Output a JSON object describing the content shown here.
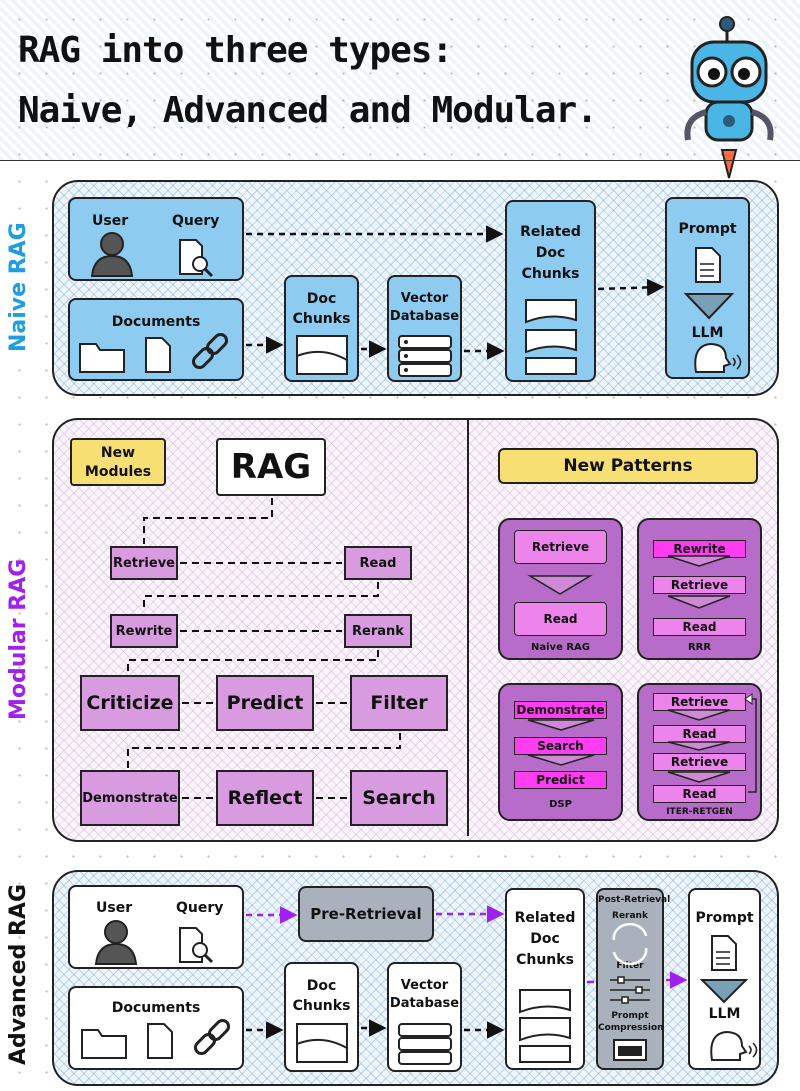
{
  "title": {
    "line1": "RAG into three types:",
    "line2": "Naive, Advanced and Modular."
  },
  "section_labels": {
    "naive": "Naive RAG",
    "modular": "Modular RAG",
    "advanced": "Advanced RAG"
  },
  "colors": {
    "naive_label": "#1e9de0",
    "modular_label": "#a020f0",
    "advanced_label": "#111111",
    "blue_box": "#8ecbf0",
    "module_purple": "#d89be0",
    "pattern_card": "#b76cc9",
    "pattern_highlight": "#ff3df0",
    "new_box_yellow": "#f8df74",
    "pre_retrieval_grey": "#a9b2bc"
  },
  "naive": {
    "user": "User",
    "query": "Query",
    "documents": "Documents",
    "doc_chunks": [
      "Doc",
      "Chunks"
    ],
    "vector_database": [
      "Vector",
      "Database"
    ],
    "related_doc_chunks": [
      "Related",
      "Doc",
      "Chunks"
    ],
    "prompt": "Prompt",
    "llm": "LLM",
    "icons": [
      "user-icon",
      "magnifier-document-icon",
      "folder-icon",
      "file-icon",
      "link-icon",
      "chunk-icon",
      "database-icon",
      "prompt-icon",
      "speaking-head-icon"
    ]
  },
  "modular": {
    "new_modules": [
      "New",
      "Modules"
    ],
    "rag": "RAG",
    "modules": {
      "retrieve": "Retrieve",
      "read": "Read",
      "rewrite": "Rewrite",
      "rerank": "Rerank",
      "criticize": "Criticize",
      "predict": "Predict",
      "filter": "Filter",
      "demonstrate": "Demonstrate",
      "reflect": "Reflect",
      "search": "Search"
    },
    "new_patterns": "New Patterns",
    "patterns": [
      {
        "name": "Naive RAG",
        "steps": [
          "Retrieve",
          "Read"
        ]
      },
      {
        "name": "RRR",
        "steps": [
          "Rewrite",
          "Retrieve",
          "Read"
        ]
      },
      {
        "name": "DSP",
        "steps": [
          "Demonstrate",
          "Search",
          "Predict"
        ]
      },
      {
        "name": "ITER-RETGEN",
        "steps": [
          "Retrieve",
          "Read",
          "Retrieve",
          "Read"
        ]
      }
    ]
  },
  "advanced": {
    "user": "User",
    "query": "Query",
    "pre_retrieval": "Pre-Retrieval",
    "documents": "Documents",
    "doc_chunks": [
      "Doc",
      "Chunks"
    ],
    "vector_database": [
      "Vector",
      "Database"
    ],
    "related_doc_chunks": [
      "Related",
      "Doc",
      "Chunks"
    ],
    "post_retrieval": "Post-Retrieval",
    "rerank": "Rerank",
    "filter": "Filter",
    "prompt_compression": [
      "Prompt",
      "Compression"
    ],
    "prompt": "Prompt",
    "llm": "LLM"
  }
}
